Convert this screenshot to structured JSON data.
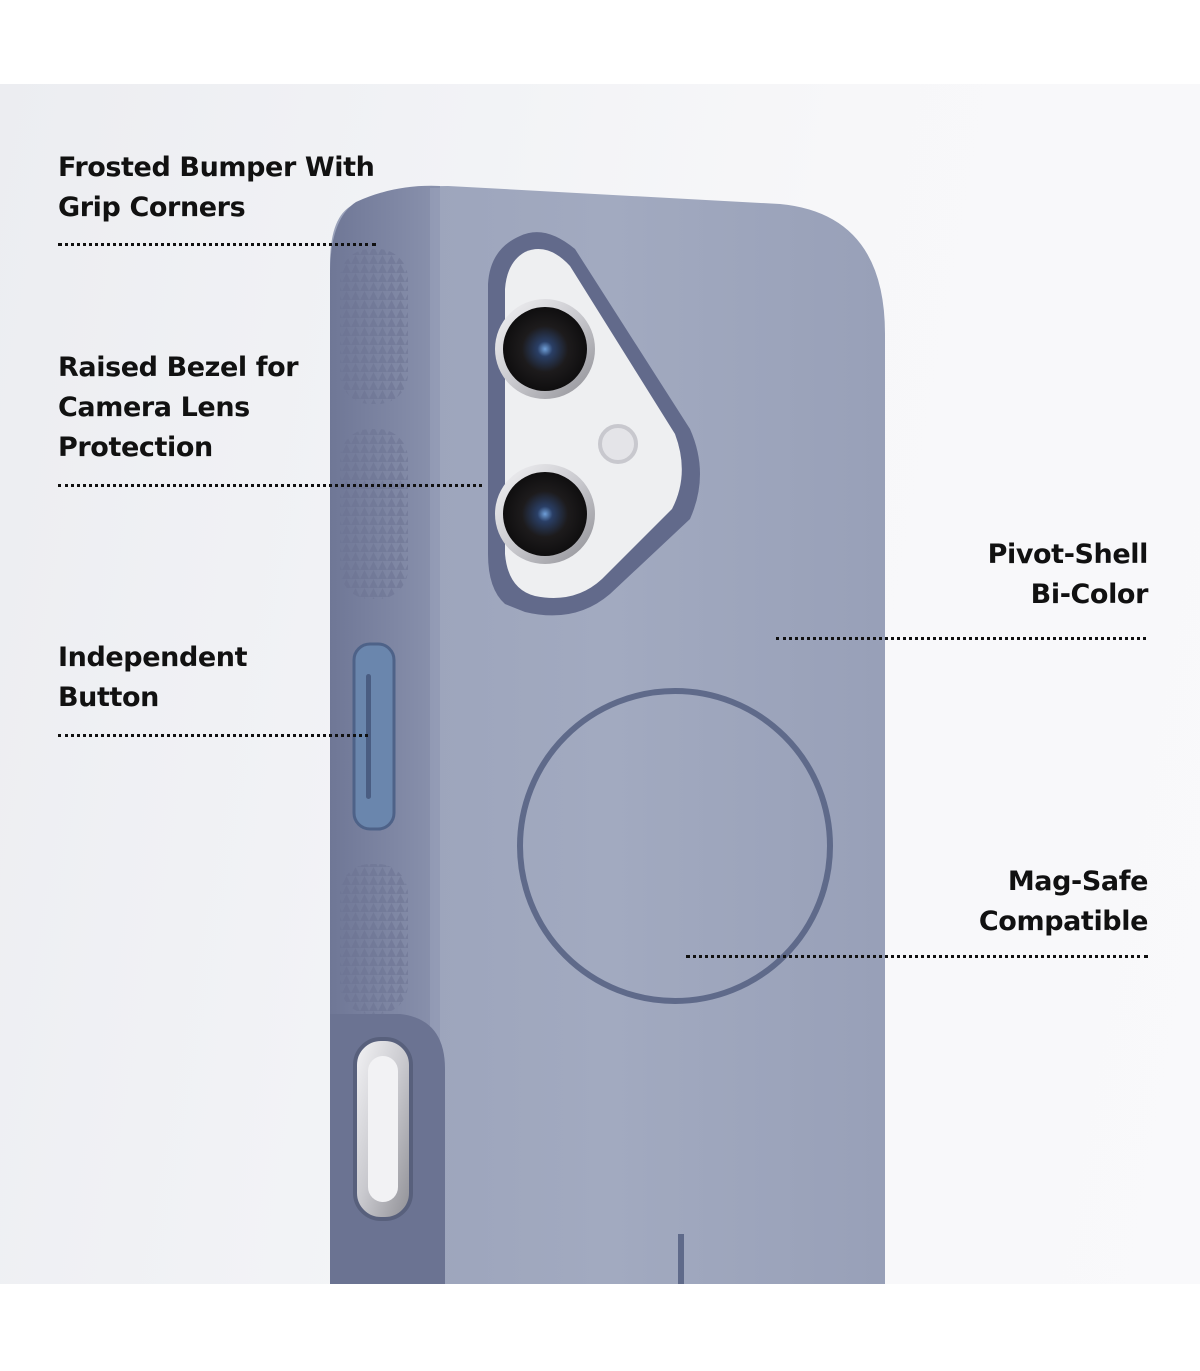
{
  "callouts": [
    {
      "id": "bumper",
      "lines": [
        "Frosted Bumper With",
        "Grip Corners"
      ]
    },
    {
      "id": "bezel",
      "lines": [
        "Raised Bezel for",
        "Camera Lens",
        "Protection"
      ]
    },
    {
      "id": "button",
      "lines": [
        "Independent",
        "Button"
      ]
    },
    {
      "id": "shell",
      "lines": [
        "Pivot-Shell",
        "Bi-Color"
      ]
    },
    {
      "id": "magsafe",
      "lines": [
        "Mag-Safe",
        "Compatible"
      ]
    }
  ],
  "colors": {
    "case_back": "#9ea6bd",
    "bumper": "#7c84a1",
    "ring": "#5f6a8a",
    "text": "#111111"
  }
}
